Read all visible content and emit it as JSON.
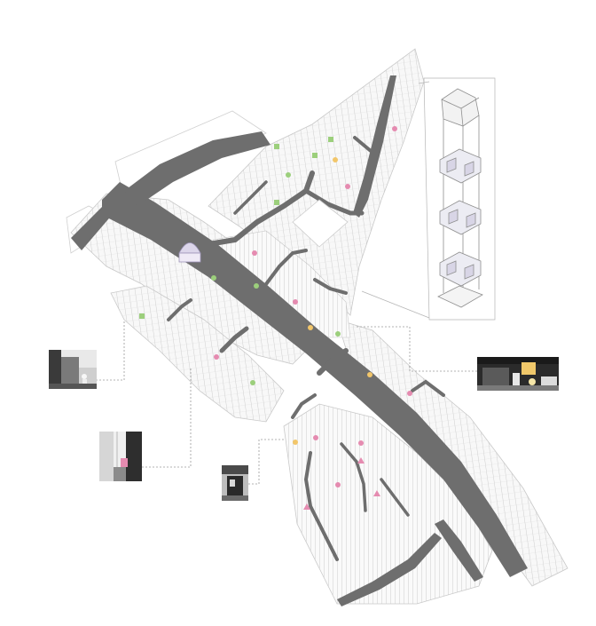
{
  "diagram": {
    "palette": {
      "street": "#6e6e6e",
      "block_fill": "#f7f7f7",
      "block_stroke": "#c9c9c9",
      "building_line": "#bdbdbd",
      "leader_line": "#9a9a9a",
      "marker_pink": "#e58bb0",
      "marker_green": "#9ccf7c",
      "marker_yellow": "#f2c66a",
      "marker_lavender": "#b9a7d8"
    },
    "markers": [
      {
        "shape": "circle",
        "color": "pink"
      },
      {
        "shape": "circle",
        "color": "green"
      },
      {
        "shape": "circle",
        "color": "yellow"
      },
      {
        "shape": "square",
        "color": "green"
      },
      {
        "shape": "triangle",
        "color": "pink"
      }
    ],
    "photos": [
      {
        "subject": "alley-wall-scene"
      },
      {
        "subject": "narrow-passage"
      },
      {
        "subject": "doorway-scene"
      },
      {
        "subject": "night-street-shop"
      }
    ],
    "inset": {
      "subject": "exploded-building-axonometric",
      "levels": 4
    }
  }
}
